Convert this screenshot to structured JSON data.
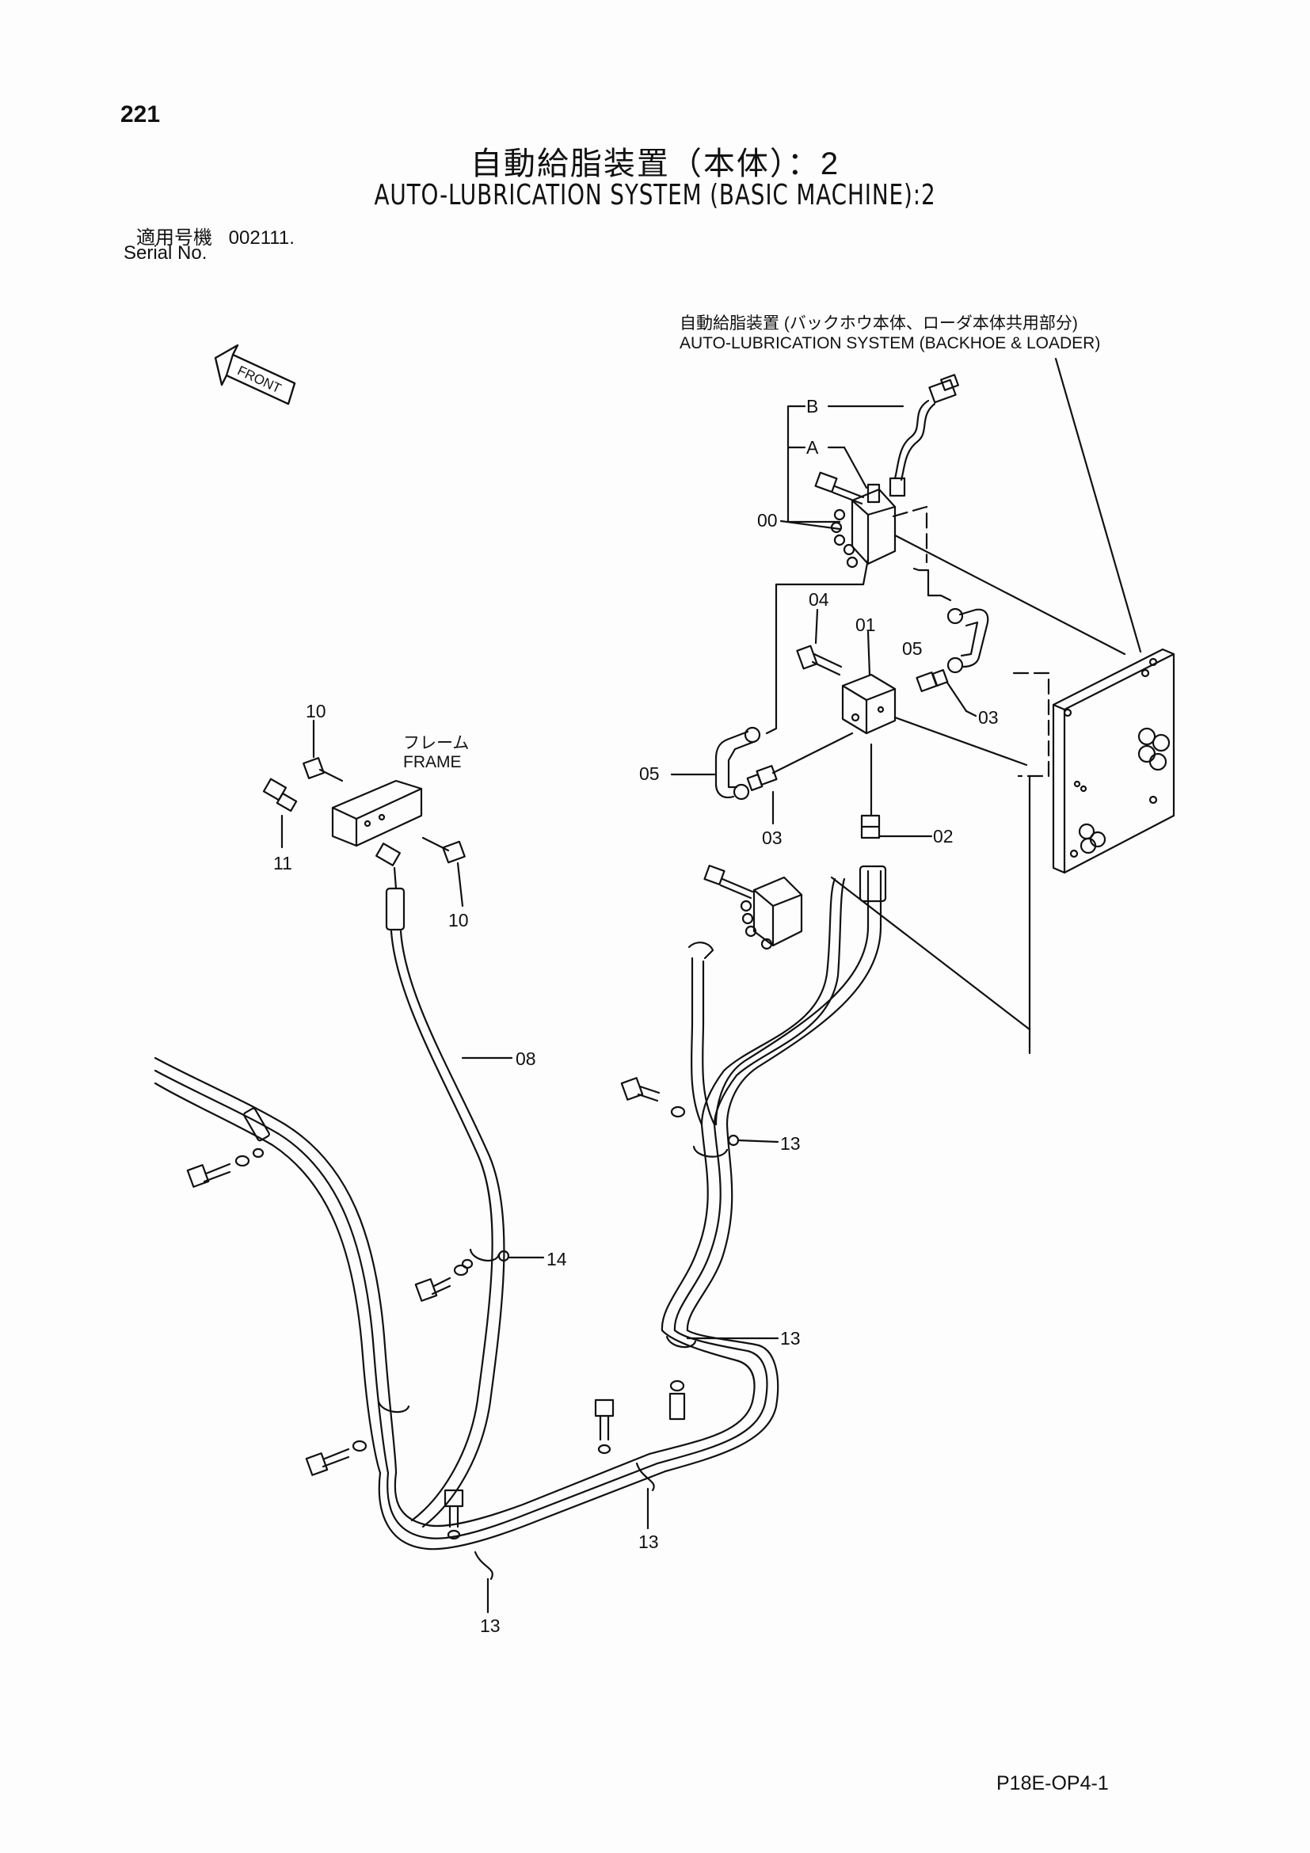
{
  "page_number": "221",
  "title_jp": "自動給脂装置（本体）：2",
  "title_en": "AUTO-LUBRICATION SYSTEM (BASIC MACHINE):2",
  "serial_label_jp": "適用号機",
  "serial_value": "002111.",
  "serial_label_en": "Serial No.",
  "front_label": "FRONT",
  "assembly_label_jp": "自動給脂装置 (バックホウ本体、ローダ本体共用部分)",
  "assembly_label_en": "AUTO-LUBRICATION SYSTEM (BACKHOE & LOADER)",
  "frame_label_jp": "フレーム",
  "frame_label_en": "FRAME",
  "drawing_code": "P18E-OP4-1",
  "callouts": {
    "b": "B",
    "a": "A",
    "c00": "00",
    "c04": "04",
    "c01": "01",
    "c05a": "05",
    "c03a": "03",
    "c05b": "05",
    "c03b": "03",
    "c02": "02",
    "c10a": "10",
    "c11": "11",
    "c10b": "10",
    "c08": "08",
    "c13a": "13",
    "c14": "14",
    "c13b": "13",
    "c13c": "13",
    "c13d": "13"
  }
}
